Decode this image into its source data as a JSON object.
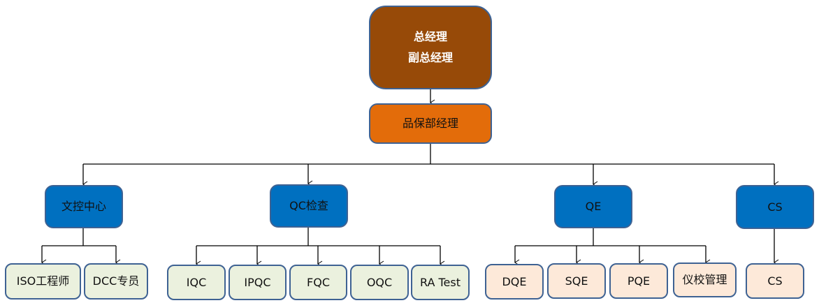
{
  "colors": {
    "top_fill": "#974a08",
    "manager_fill": "#e36c0a",
    "dept_fill": "#0070c0",
    "leaf_qc_fill": "#ebf1de",
    "leaf_qe_fill": "#fde9d9",
    "border": "#3e6293",
    "line": "#000000"
  },
  "top": {
    "line1": "总经理",
    "line2": "副总经理"
  },
  "manager": {
    "label": "品保部经理"
  },
  "departments": [
    {
      "id": "dcc",
      "label": "文控中心",
      "children": [
        {
          "label": "ISO工程师"
        },
        {
          "label": "DCC专员"
        }
      ]
    },
    {
      "id": "qc",
      "label": "QC检查",
      "children": [
        {
          "label": "IQC"
        },
        {
          "label": "IPQC"
        },
        {
          "label": "FQC"
        },
        {
          "label": "OQC"
        },
        {
          "label": "RA Test"
        }
      ]
    },
    {
      "id": "qe",
      "label": "QE",
      "children": [
        {
          "label": "DQE"
        },
        {
          "label": "SQE"
        },
        {
          "label": "PQE"
        },
        {
          "label": "仪校管理"
        }
      ]
    },
    {
      "id": "cs",
      "label": "CS",
      "children": [
        {
          "label": "CS"
        }
      ]
    }
  ]
}
